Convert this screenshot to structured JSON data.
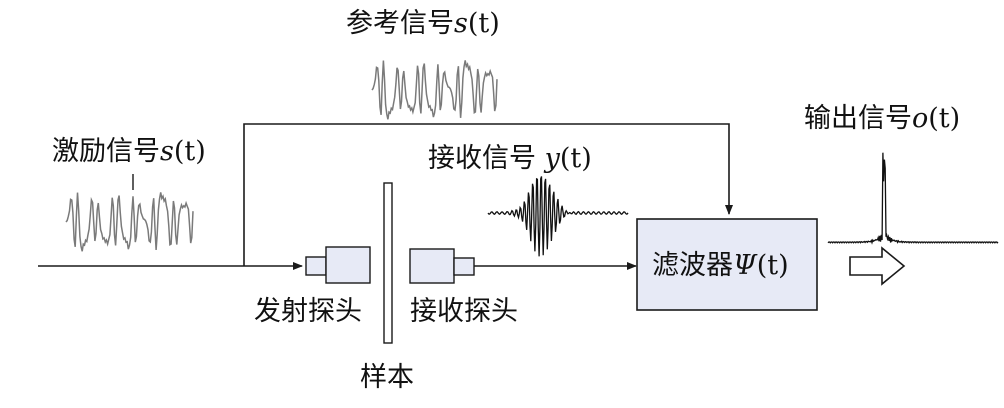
{
  "diagram": {
    "reference_signal": {
      "label": "参考信号",
      "symbol": "s",
      "arg": "(t)"
    },
    "excitation_signal": {
      "label": "激励信号",
      "symbol": "s",
      "arg": "(t)"
    },
    "received_signal": {
      "label": "接收信号 ",
      "symbol": "y",
      "arg": "(t)"
    },
    "output_signal": {
      "label": "输出信号",
      "symbol": "o",
      "arg": "(t)"
    },
    "filter": {
      "label": "滤波器",
      "symbol": "Ψ",
      "arg": "(t)"
    },
    "transmit_probe": "发射探头",
    "receive_probe": "接收探头",
    "sample": "样本",
    "colors": {
      "line": "#1a1a1a",
      "box_fill": "#e7eaf6",
      "waveform": "#7a7a7a",
      "dark_waveform": "#111111"
    }
  }
}
